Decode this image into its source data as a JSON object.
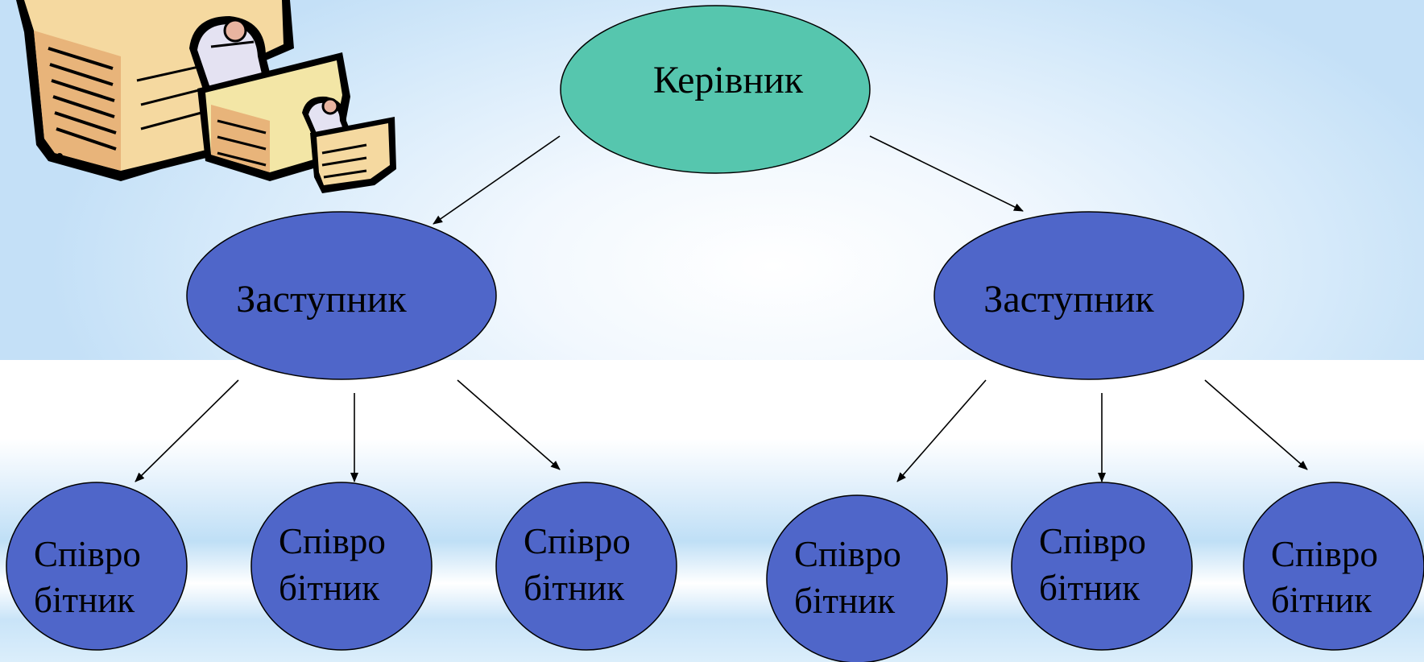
{
  "diagram": {
    "root": {
      "label": "Керівник",
      "color": "#56c6ae"
    },
    "deputies": [
      {
        "label": "Заступник",
        "color": "#4f66c9"
      },
      {
        "label": "Заступник",
        "color": "#4f66c9"
      }
    ],
    "employees": [
      {
        "line1": "Співро",
        "line2": "бітник"
      },
      {
        "line1": "Співро",
        "line2": "бітник"
      },
      {
        "line1": "Співро",
        "line2": "бітник"
      },
      {
        "line1": "Співро",
        "line2": "бітник"
      },
      {
        "line1": "Співро",
        "line2": "бітник"
      },
      {
        "line1": "Співро",
        "line2": "бітник"
      }
    ],
    "employee_color": "#4f66c9",
    "clipart": "office-desk-workers-clipart"
  }
}
